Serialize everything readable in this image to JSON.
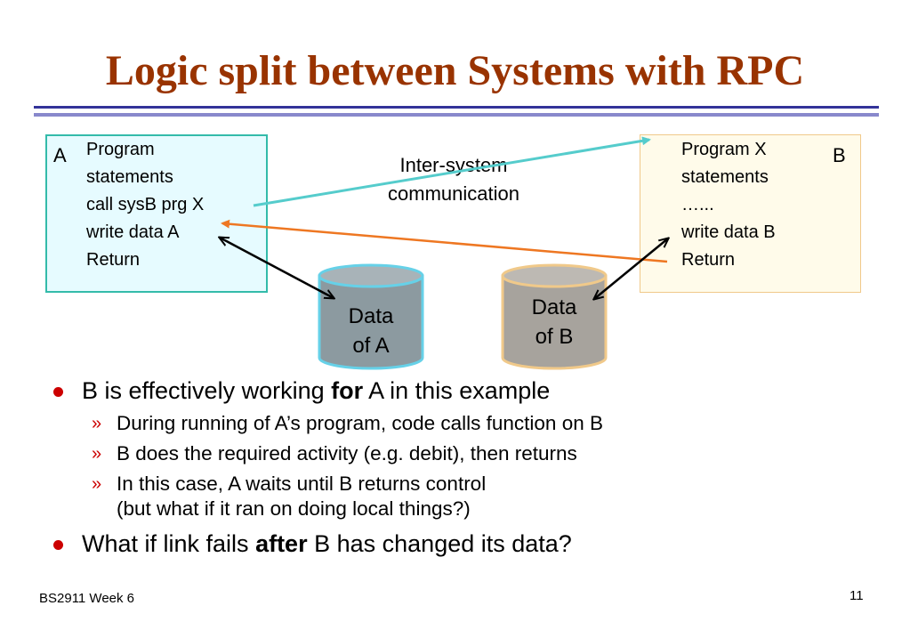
{
  "title": "Logic split between Systems with RPC",
  "systemA": {
    "label": "A",
    "lines": [
      "Program",
      "statements",
      "call sysB prg X",
      "write data A",
      "Return"
    ]
  },
  "systemB": {
    "label": "B",
    "lines": [
      "Program X",
      "statements",
      "…...",
      "write data B",
      "Return"
    ]
  },
  "communication": [
    "Inter-system",
    "communication"
  ],
  "databases": {
    "a": [
      "Data",
      "of A"
    ],
    "b": [
      "Data",
      "of B"
    ]
  },
  "colors": {
    "title": "#993300",
    "rpc_call_arrow": "#55cccc",
    "rpc_return_arrow": "#ee7722",
    "bullet": "#cc0000"
  },
  "bullets": [
    {
      "pre": "B is effectively working ",
      "bold": "for",
      "post": " A in this example"
    },
    {
      "text": "During running of A’s program, code calls function on B"
    },
    {
      "text": "B does the required activity (e.g. debit), then returns"
    },
    {
      "text": "In this case, A waits until B returns control",
      "text2": "(but what if it ran on doing local things?)"
    },
    {
      "pre": "What if link fails ",
      "bold": "after",
      "post": " B has changed its data?"
    }
  ],
  "footer": "BS2911 Week 6",
  "page_number": "11"
}
